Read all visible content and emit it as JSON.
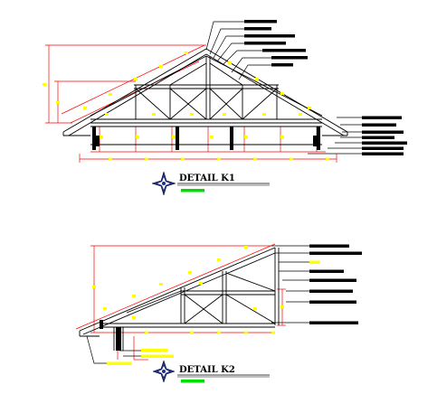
{
  "drawing": {
    "background": "#ffffff",
    "colors": {
      "line": "#000000",
      "dimension": "#ff0000",
      "marker": "#ffff00",
      "scale_bar": "#00dd00",
      "compass": "#1f2f8f"
    }
  },
  "details": [
    {
      "id": "k1",
      "title": "DETAIL K1",
      "compass_icon": "north-arrow-icon"
    },
    {
      "id": "k2",
      "title": "DETAIL K2",
      "compass_icon": "north-arrow-icon"
    }
  ]
}
